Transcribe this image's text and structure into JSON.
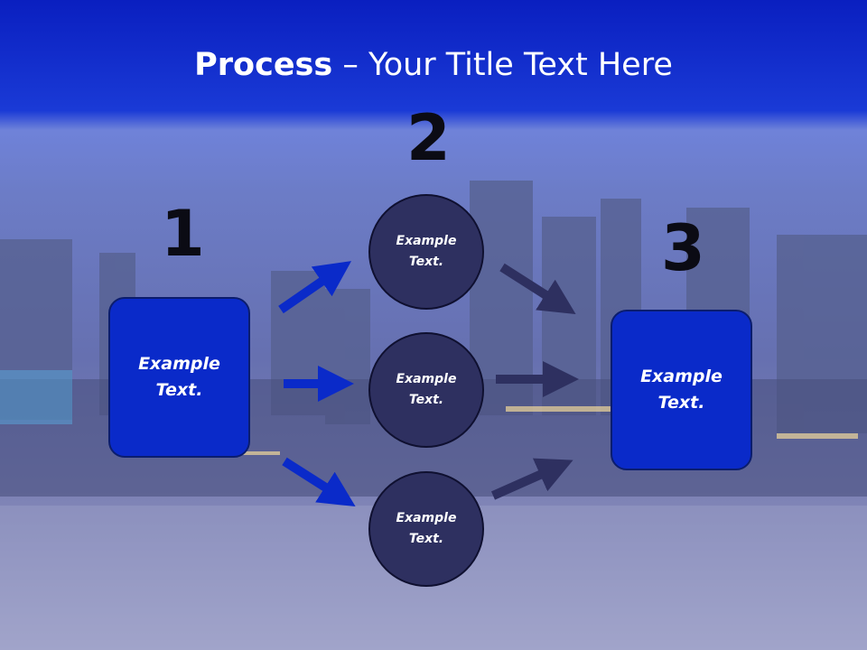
{
  "title": {
    "bold": "Process",
    "rest": " – Your Title Text Here"
  },
  "steps": [
    {
      "number": "1"
    },
    {
      "number": "2"
    },
    {
      "number": "3"
    }
  ],
  "left_box": {
    "label": "Example\nText."
  },
  "circles": [
    {
      "label": "Example\nText."
    },
    {
      "label": "Example\nText."
    },
    {
      "label": "Example\nText."
    }
  ],
  "right_box": {
    "label": "Example\nText."
  },
  "colors": {
    "header": "#0a22c8",
    "box": "#0a2ac9",
    "circle": "#2e3060",
    "arrow_blue": "#0a2ac9",
    "arrow_dark": "#2e3060"
  }
}
